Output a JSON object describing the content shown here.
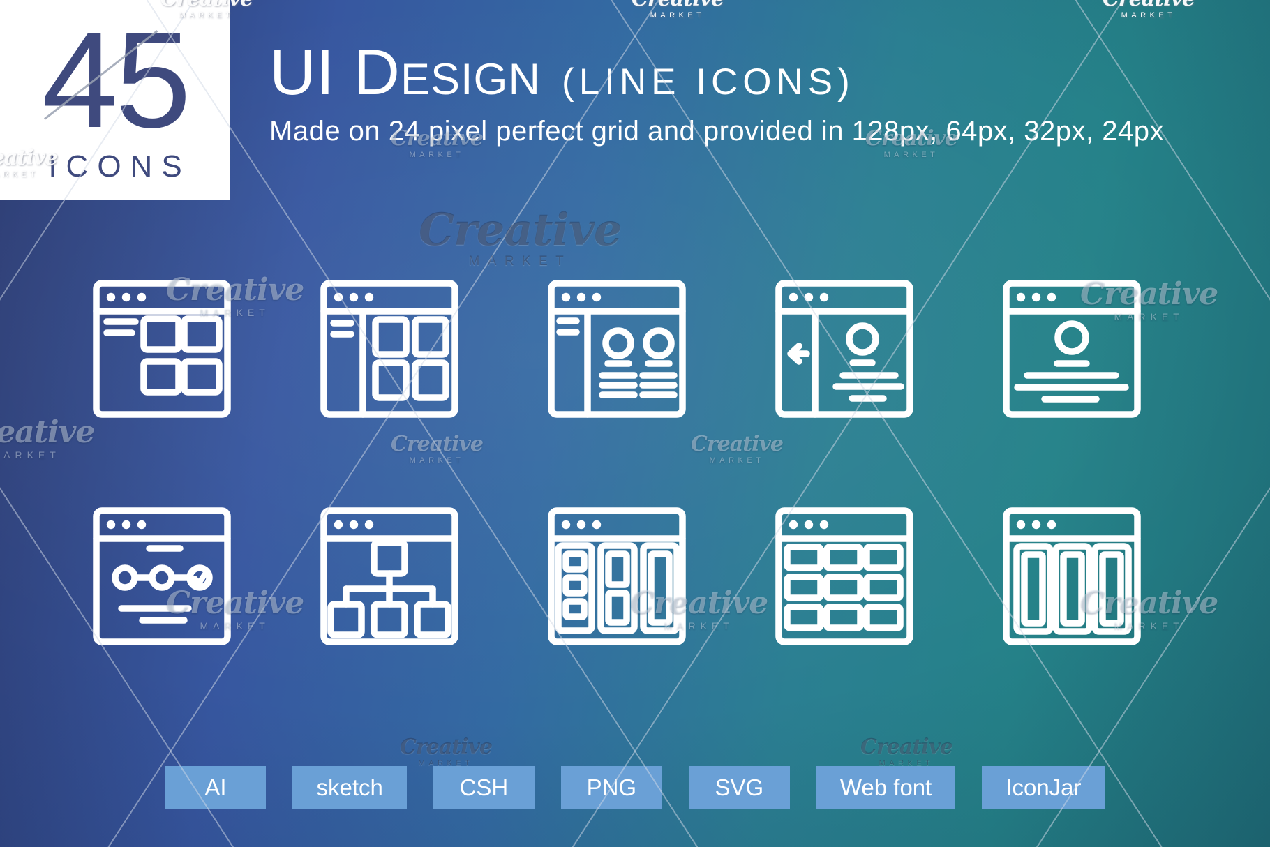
{
  "badge": {
    "count": "45",
    "label": "ICONS"
  },
  "header": {
    "title_lead": "UI D",
    "title_tail": "esign",
    "title_note": "(line icons)",
    "subtitle": "Made on 24 pixel perfect grid and provided in 128px, 64px, 32px, 24px"
  },
  "icons": [
    {
      "name": "window-text-cards"
    },
    {
      "name": "window-sidebar-cards"
    },
    {
      "name": "window-sidebar-profiles"
    },
    {
      "name": "window-collapse-sidebar-profile"
    },
    {
      "name": "window-profile"
    },
    {
      "name": "window-progress-stepper"
    },
    {
      "name": "window-sitemap"
    },
    {
      "name": "window-dashboard-columns"
    },
    {
      "name": "window-table-grid"
    },
    {
      "name": "window-three-columns"
    }
  ],
  "tags": [
    "AI",
    "sketch",
    "CSH",
    "PNG",
    "SVG",
    "Web font",
    "IconJar"
  ],
  "watermark": {
    "script": "Creative",
    "caps": "MARKET"
  },
  "colors": {
    "tag_bg": "#6aa0d6",
    "badge_text": "#3f4a7e",
    "icon_stroke": "#ffffff",
    "bg_navy": "#2d3c72",
    "bg_blue": "#3757a0",
    "bg_teal": "#27828a",
    "bg_dark_teal": "#1f6d77"
  }
}
